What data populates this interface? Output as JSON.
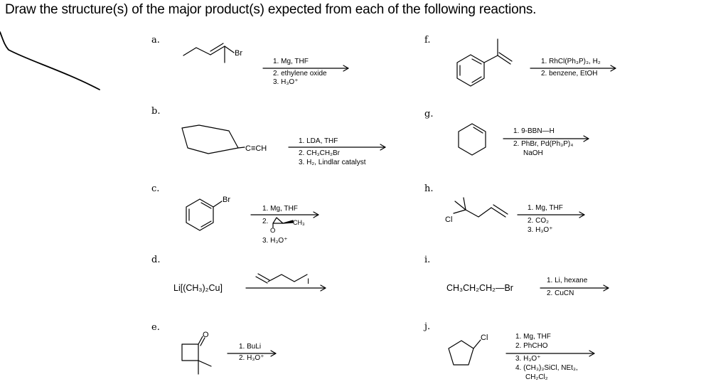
{
  "title": "Draw the structure(s) of the major product(s) expected from each of the following reactions.",
  "problems": {
    "a": {
      "letter": "a.",
      "atom_label": "Br",
      "conditions": [
        "1. Mg, THF",
        "2. ethylene oxide",
        "3. H₃O⁺"
      ]
    },
    "b": {
      "letter": "b.",
      "atom_label": "C≡CH",
      "conditions": [
        "1. LDA, THF",
        "2. CH₃CH₂Br",
        "3. H₂, Lindlar catalyst"
      ]
    },
    "c": {
      "letter": "c.",
      "atom_label": "Br",
      "conditions": [
        "1. Mg, THF",
        "2.",
        "3. H₃O⁺"
      ],
      "epoxide_o": "O",
      "epoxide_substituent": "CH₃"
    },
    "d": {
      "letter": "d.",
      "reagent": "Li[(CH₃)₂Cu]",
      "atom_label": "I"
    },
    "e": {
      "letter": "e.",
      "atom_label": "O",
      "conditions": [
        "1. BuLi",
        "2. H₃O⁺"
      ]
    },
    "f": {
      "letter": "f.",
      "conditions": [
        "1. RhCl(Ph₃P)₃, H₂",
        "2. benzene, EtOH"
      ]
    },
    "g": {
      "letter": "g.",
      "conditions": [
        "1. 9-BBN—H",
        "2. PhBr, Pd(Ph₃P)₄",
        "NaOH"
      ]
    },
    "h": {
      "letter": "h.",
      "atom_label": "Cl",
      "conditions": [
        "1. Mg, THF",
        "2. CO₂",
        "3. H₃O⁺"
      ]
    },
    "i": {
      "letter": "i.",
      "reactant": "CH₃CH₂CH₂—Br",
      "conditions": [
        "1. Li, hexane",
        "2. CuCN"
      ]
    },
    "j": {
      "letter": "j.",
      "atom_label": "Cl",
      "conditions": [
        "1. Mg, THF",
        "2. PhCHO",
        "3. H₃O⁺",
        "4. (CH₃)₃SiCl, NEt₃,",
        "CH₂Cl₂"
      ]
    }
  }
}
